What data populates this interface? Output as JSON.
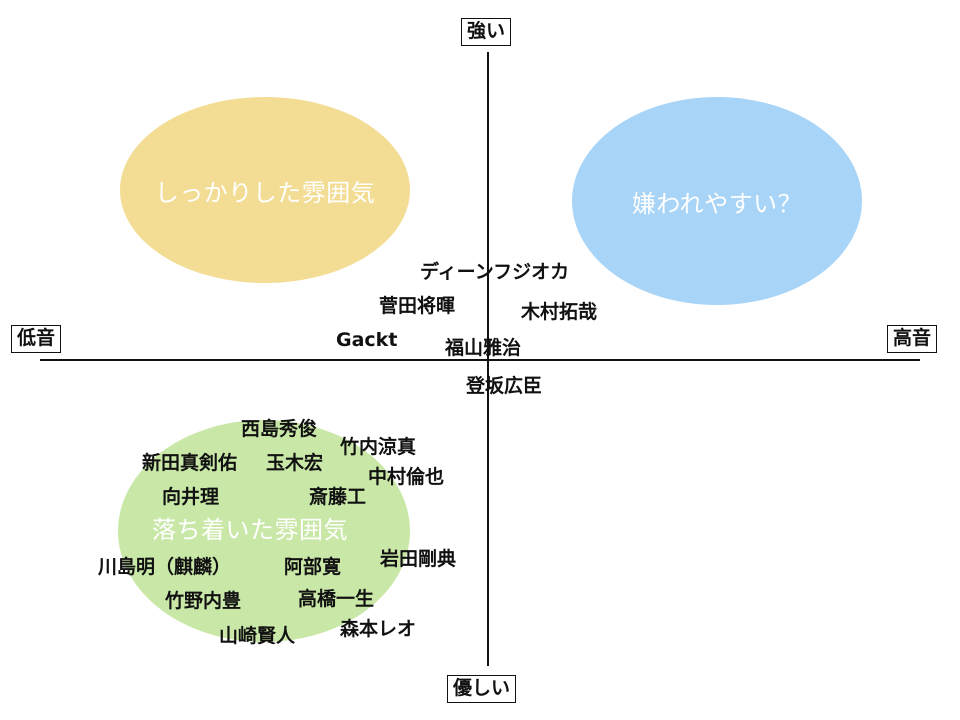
{
  "axes": {
    "top": "強い",
    "bottom": "優しい",
    "left": "低音",
    "right": "高音"
  },
  "regions": {
    "firm": {
      "label": "しっかりした雰囲気",
      "color": "#f3dc94"
    },
    "disliked": {
      "label": "嫌われやすい？",
      "color": "#a8d4f7"
    },
    "calm": {
      "label": "落ち着いた雰囲気",
      "color": "#c9e8a8"
    }
  },
  "names": [
    "ディーンフジオカ",
    "菅田将暉",
    "木村拓哉",
    "Gackt",
    "福山雅治",
    "登坂広臣",
    "西島秀俊",
    "竹内涼真",
    "新田真剣佑",
    "玉木宏",
    "中村倫也",
    "向井理",
    "斎藤工",
    "岩田剛典",
    "川島明（麒麟）",
    "阿部寛",
    "竹野内豊",
    "高橋一生",
    "森本レオ",
    "山崎賢人"
  ]
}
